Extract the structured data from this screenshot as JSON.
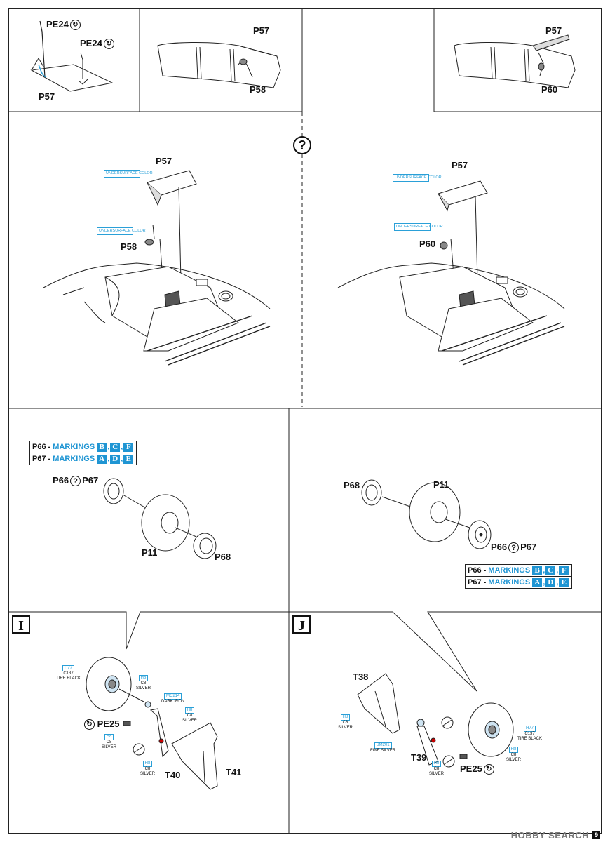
{
  "panel_top": {
    "pe24_a": "PE24",
    "pe24_b": "PE24",
    "p57_left": "P57",
    "p57_mid": "P57",
    "p58_mid": "P58",
    "p57_right": "P57",
    "p60_right": "P60"
  },
  "panel_main": {
    "left": {
      "p57": "P57",
      "p58": "P58",
      "undersurface_1": "UNDERSURFACE COLOR",
      "undersurface_2": "UNDERSURFACE COLOR"
    },
    "center_mark": "?",
    "right": {
      "p57": "P57",
      "p60": "P60",
      "undersurface_1": "UNDERSURFACE COLOR",
      "undersurface_2": "UNDERSURFACE COLOR"
    }
  },
  "wheels_left": {
    "table": [
      {
        "part": "P66 -",
        "label": "MARKINGS",
        "letters": [
          "B",
          "C",
          "F"
        ]
      },
      {
        "part": "P67 -",
        "label": "MARKINGS",
        "letters": [
          "A",
          "D",
          "E"
        ]
      }
    ],
    "p66": "P66",
    "p67": "P67",
    "p11": "P11",
    "p68": "P68"
  },
  "wheels_right": {
    "table": [
      {
        "part": "P66 -",
        "label": "MARKINGS",
        "letters": [
          "B",
          "C",
          "F"
        ]
      },
      {
        "part": "P67 -",
        "label": "MARKINGS",
        "letters": [
          "A",
          "D",
          "E"
        ]
      }
    ],
    "p68": "P68",
    "p11": "P11",
    "p66": "P66",
    "p67": "P67"
  },
  "step_i": {
    "step": "I",
    "tire": {
      "code": "H77",
      "c": "C137",
      "name": "TIRE BLACK"
    },
    "hub": {
      "code": "H8",
      "c": "C8",
      "name": "SILVER"
    },
    "axle": {
      "code": "MC214",
      "name": "DARK IRON"
    },
    "strut": {
      "code": "H8",
      "c": "C8",
      "name": "SILVER"
    },
    "pe_paint": {
      "code": "H8",
      "c": "C8",
      "name": "SILVER"
    },
    "lower": {
      "code": "H8",
      "c": "C8",
      "name": "SILVER"
    },
    "pe25": "PE25",
    "t40": "T40",
    "t41": "T41"
  },
  "step_j": {
    "step": "J",
    "t38": "T38",
    "door": {
      "code": "H8",
      "c": "C8",
      "name": "SILVER"
    },
    "strut": {
      "code": "SM201",
      "name": "FINE SILVER"
    },
    "t39": "T39",
    "lower": {
      "code": "H8",
      "c": "C8",
      "name": "SILVER"
    },
    "pe25": "PE25",
    "tire": {
      "code": "H77",
      "c": "C137",
      "name": "TIRE BLACK"
    },
    "hub": {
      "code": "H8",
      "c": "C8",
      "name": "SILVER"
    }
  },
  "footer": {
    "watermark": "HOBBY SEARCH",
    "page": "9"
  },
  "colors": {
    "accent": "#1f95d3",
    "line": "#222222"
  },
  "icons": {
    "bend": "bend-arrow-icon",
    "question": "question-circle-icon"
  }
}
